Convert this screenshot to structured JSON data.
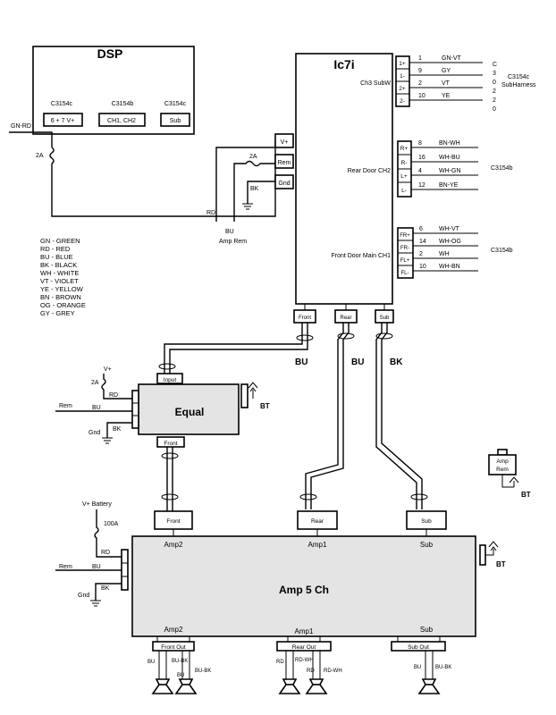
{
  "dsp": {
    "title": "DSP",
    "c1": "C3154c",
    "c2": "C3154b",
    "c3": "C3154c",
    "p1": "6 + 7 V+",
    "p2": "CH1, CH2",
    "p3": "Sub"
  },
  "ic7i": {
    "title": "Ic7i",
    "ch3": "Ch3 SubW",
    "rear": "Rear Door  CH2",
    "front": "Front Door  Main CH1",
    "pins_sub": [
      "1+",
      "1-",
      "2+",
      "2-"
    ],
    "pins_rear": [
      "R+",
      "R-",
      "L+",
      "L-"
    ],
    "pins_front": [
      "FR+",
      "FR-",
      "FL+",
      "FL-"
    ],
    "pwr": [
      "V+",
      "Rem",
      "Gnd"
    ],
    "bottom": [
      "Front",
      "Rear",
      "Sub"
    ]
  },
  "sub_harness": {
    "nums": [
      "1",
      "9",
      "2",
      "10"
    ],
    "colors": [
      "GN-VT",
      "GY",
      "VT",
      "YE"
    ],
    "pins": [
      "C",
      "3",
      "0",
      "2",
      "2",
      "0"
    ],
    "label1": "C3154c",
    "label2": "SubHarness"
  },
  "rear_harness": {
    "nums": [
      "8",
      "16",
      "4",
      "12"
    ],
    "colors": [
      "BN-WH",
      "WH-BU",
      "WH-GN",
      "BN-YE"
    ],
    "label": "C3154b"
  },
  "front_harness": {
    "nums": [
      "6",
      "14",
      "2",
      "10"
    ],
    "colors": [
      "WH-VT",
      "WH-OG",
      "WH",
      "WH-BN"
    ],
    "label": "C3154b"
  },
  "dsp_power": {
    "gn_rd": "GN-RD",
    "fuse": "2A",
    "rd": "RD",
    "fuse2": "2A",
    "bk": "BK",
    "bu": "BU",
    "amp_rem": "Amp Rem"
  },
  "legend": [
    "GN - GREEN",
    "RD - RED",
    "BU - BLUE",
    "BK - BLACK",
    "WH - WHITE",
    "VT - VIOLET",
    "YE - YELLOW",
    "BN - BROWN",
    "OG - ORANGE",
    "GY - GREY"
  ],
  "cables": {
    "bu1": "BU",
    "bu2": "BU",
    "bk": "BK"
  },
  "equal": {
    "title": "Equal",
    "input": "Input",
    "front": "Front",
    "vplus": "V+",
    "fuse": "2A",
    "rd": "RD",
    "rem": "Rem",
    "bu": "BU",
    "gnd": "Gnd",
    "bk": "BK",
    "bt": "BT"
  },
  "amp_rem_box": {
    "line1": "Amp",
    "line2": "Rem",
    "bt": "BT"
  },
  "amp_inputs": [
    "Front",
    "Rear",
    "Sub"
  ],
  "amp": {
    "title": "Amp 5 Ch",
    "top": [
      "Amp2",
      "Amp1",
      "Sub"
    ],
    "bottom": [
      "Amp2",
      "Amp1",
      "Sub"
    ],
    "vbat": "V+ Battery",
    "fuse": "100A",
    "rd": "RD",
    "rem": "Rem",
    "bu": "BU",
    "gnd": "Gnd",
    "bk": "BK",
    "bt": "BT"
  },
  "outputs": {
    "front": {
      "label": "Front Out",
      "w": [
        "BU",
        "BU-BK",
        "BU",
        "BU-BK"
      ]
    },
    "rear": {
      "label": "Rear Out",
      "w": [
        "RD",
        "RD-WH",
        "RD",
        "RD-WH"
      ]
    },
    "sub": {
      "label": "Sub Out",
      "w": [
        "BU",
        "BU-BK"
      ]
    }
  }
}
